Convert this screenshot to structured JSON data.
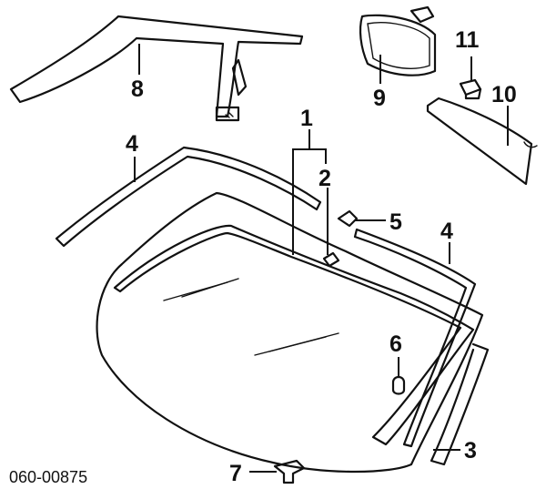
{
  "diagram": {
    "code": "060-00875",
    "callouts": [
      {
        "id": "1",
        "label": "1"
      },
      {
        "id": "2",
        "label": "2"
      },
      {
        "id": "3",
        "label": "3"
      },
      {
        "id": "4a",
        "label": "4"
      },
      {
        "id": "4b",
        "label": "4"
      },
      {
        "id": "5",
        "label": "5"
      },
      {
        "id": "6",
        "label": "6"
      },
      {
        "id": "7",
        "label": "7"
      },
      {
        "id": "8",
        "label": "8"
      },
      {
        "id": "9",
        "label": "9"
      },
      {
        "id": "10",
        "label": "10"
      },
      {
        "id": "11",
        "label": "11"
      }
    ]
  }
}
